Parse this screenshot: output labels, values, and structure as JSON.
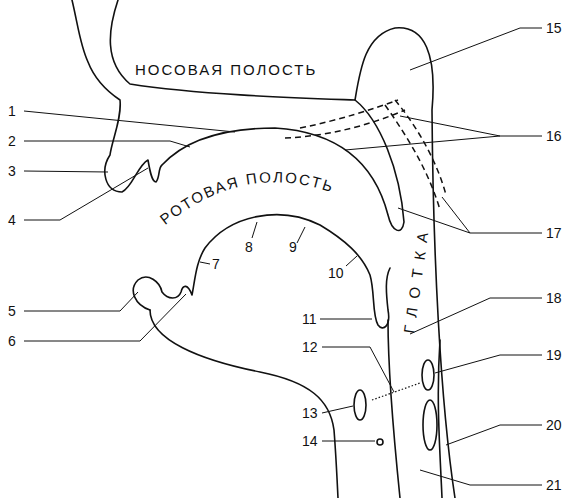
{
  "diagram": {
    "labels": [
      "НОСОВАЯ ПОЛОСТЬ",
      "РОТОВАЯ ПОЛОСТЬ",
      "ГЛОТКА",
      "1",
      "2",
      "3",
      "4",
      "5",
      "6",
      "7",
      "8",
      "9",
      "10",
      "11",
      "12",
      "13",
      "14",
      "15",
      "16",
      "17",
      "18",
      "19",
      "20",
      "21"
    ]
  }
}
